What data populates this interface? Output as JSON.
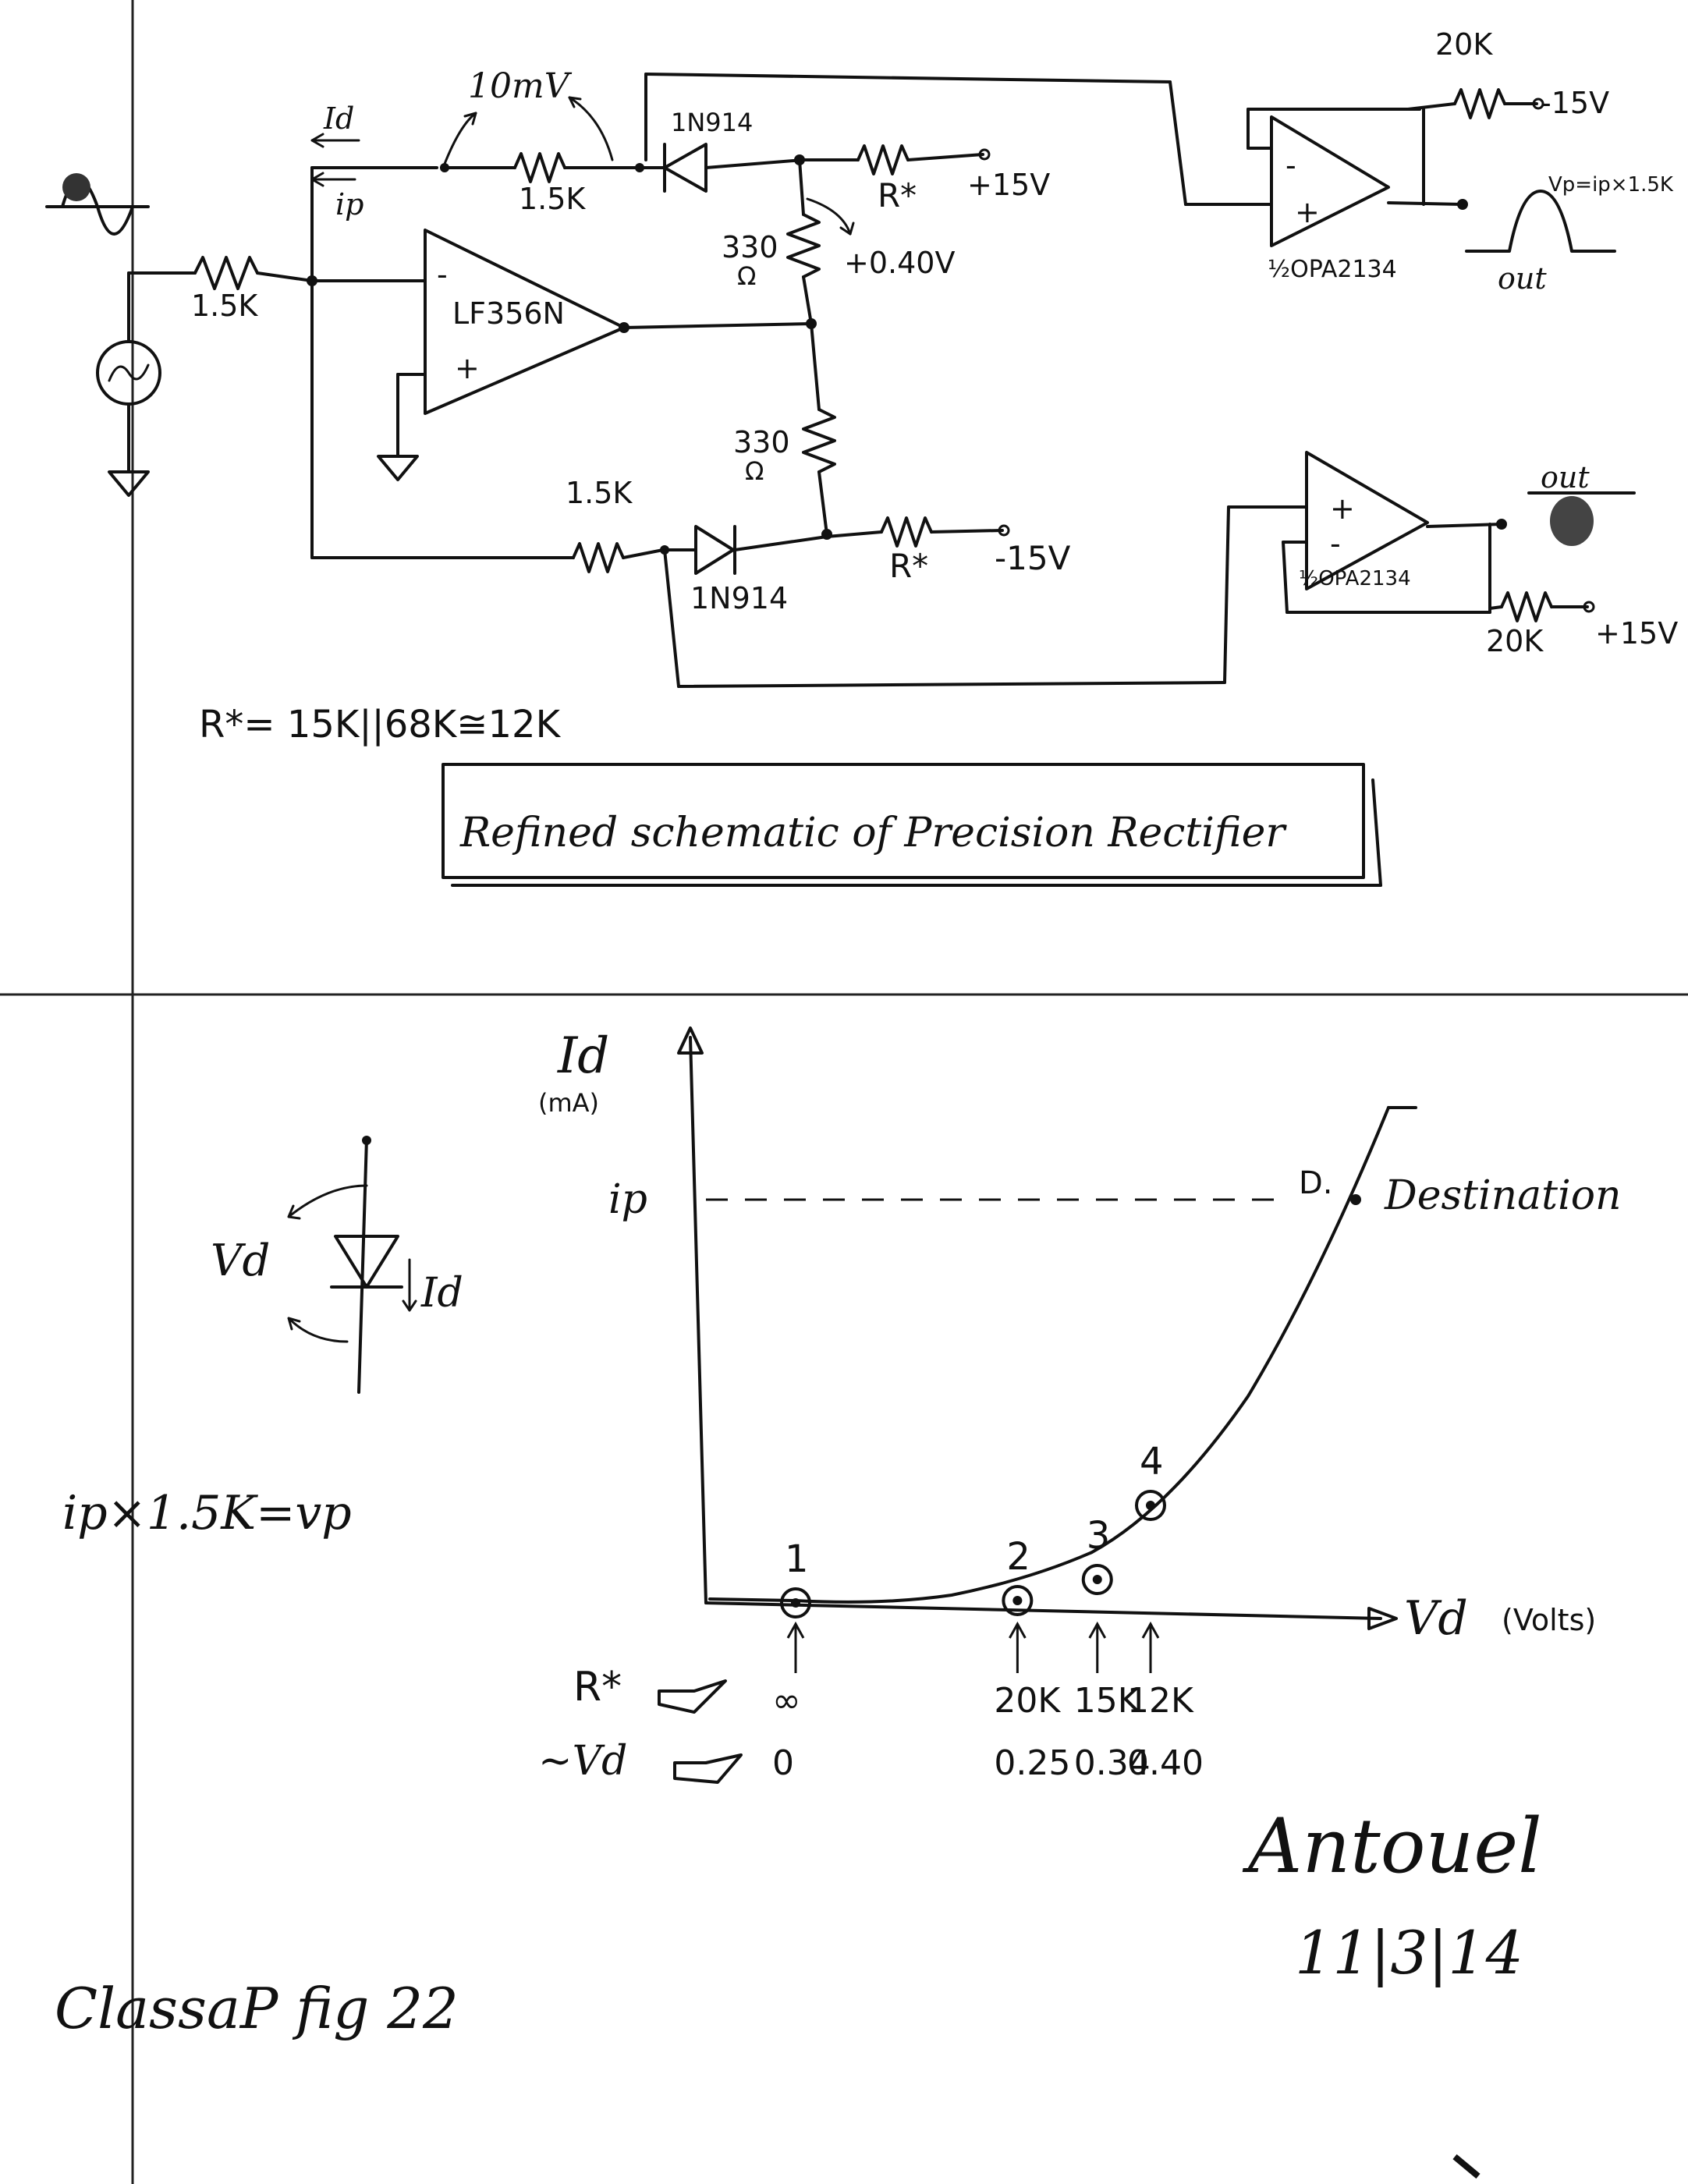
{
  "schematic": {
    "labels": {
      "id_arrow": "Id",
      "ip_arrow": "ip",
      "mv": "10mV",
      "r_in": "1.5K",
      "r_fb_top": "1.5K",
      "r_fb_bot": "1.5K",
      "diode_top": "1N914",
      "diode_bot": "1N914",
      "opamp_main": "LF356N",
      "r330_top": "330",
      "r330_top_unit": "Ω",
      "r330_bot": "330",
      "r330_bot_unit": "Ω",
      "bias_top": "+0.40V",
      "rstar_top": "R*",
      "rstar_bot": "R*",
      "plus15_top": "+15V",
      "minus15_bot": "-15V",
      "opa_top": "½OPA2134",
      "opa_bot": "½OPA2134",
      "r20k_top": "20K",
      "r20k_bot": "20K",
      "minus15_opa": "-15V",
      "plus15_opa": "+15V",
      "vp_formula": "Vp=ip×1.5K",
      "out_top": "out",
      "out_bot": "out",
      "minus_sign": "-",
      "plus_sign": "+"
    },
    "rstar_equation": "R*= 15K||68K≅12K",
    "title": "Refined schematic of Precision Rectifier"
  },
  "diode_symbol": {
    "vd": "Vd",
    "id": "Id"
  },
  "formula": "ip×1.5K=vp",
  "chart_data": {
    "type": "line",
    "ylabel": "Id",
    "ylabel_unit": "(mA)",
    "xlabel": "Vd",
    "xlabel_unit": "(Volts)",
    "ip_label": "ip",
    "destination_point": "D.",
    "destination_label": "Destination",
    "points": [
      {
        "label": "1",
        "rstar": "∞",
        "vd": 0
      },
      {
        "label": "2",
        "rstar": "20K",
        "vd": 0.25
      },
      {
        "label": "3",
        "rstar": "15K",
        "vd": 0.34
      },
      {
        "label": "4",
        "rstar": "12K",
        "vd": 0.4
      }
    ],
    "rstar_row_label": "R*",
    "vd_row_label": "~Vd",
    "vd_display": [
      "0",
      "0.25",
      "0.34",
      "0.40"
    ]
  },
  "footer": {
    "left": "ClassaP fig 22",
    "signature": "Antouel",
    "date": "11|3|14"
  }
}
